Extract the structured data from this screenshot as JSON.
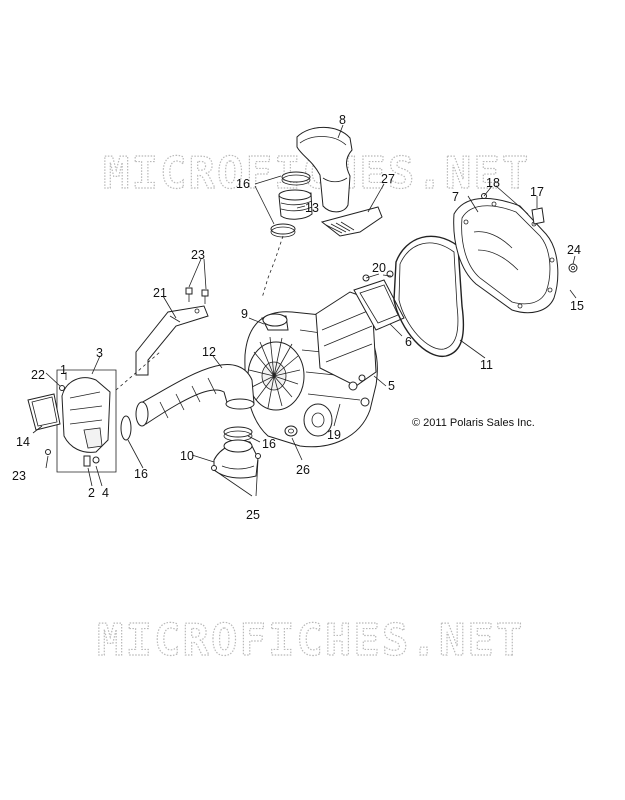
{
  "watermark": {
    "top": "MICROFICHES.NET",
    "bottom": "MICROFICHES.NET"
  },
  "copyright": "© 2011 Polaris Sales Inc.",
  "callouts": [
    {
      "id": "c1",
      "label": "1"
    },
    {
      "id": "c2",
      "label": "2"
    },
    {
      "id": "c3",
      "label": "3"
    },
    {
      "id": "c4",
      "label": "4"
    },
    {
      "id": "c5",
      "label": "5"
    },
    {
      "id": "c6",
      "label": "6"
    },
    {
      "id": "c7",
      "label": "7"
    },
    {
      "id": "c8",
      "label": "8"
    },
    {
      "id": "c9",
      "label": "9"
    },
    {
      "id": "c10",
      "label": "10"
    },
    {
      "id": "c11",
      "label": "11"
    },
    {
      "id": "c12",
      "label": "12"
    },
    {
      "id": "c13",
      "label": "13"
    },
    {
      "id": "c14",
      "label": "14"
    },
    {
      "id": "c15",
      "label": "15"
    },
    {
      "id": "c16a",
      "label": "16"
    },
    {
      "id": "c16b",
      "label": "16"
    },
    {
      "id": "c16c",
      "label": "16"
    },
    {
      "id": "c17",
      "label": "17"
    },
    {
      "id": "c18",
      "label": "18"
    },
    {
      "id": "c19",
      "label": "19"
    },
    {
      "id": "c20",
      "label": "20"
    },
    {
      "id": "c21",
      "label": "21"
    },
    {
      "id": "c22",
      "label": "22"
    },
    {
      "id": "c23a",
      "label": "23"
    },
    {
      "id": "c23b",
      "label": "23"
    },
    {
      "id": "c24",
      "label": "24"
    },
    {
      "id": "c25",
      "label": "25"
    },
    {
      "id": "c26",
      "label": "26"
    },
    {
      "id": "c27",
      "label": "27"
    }
  ]
}
